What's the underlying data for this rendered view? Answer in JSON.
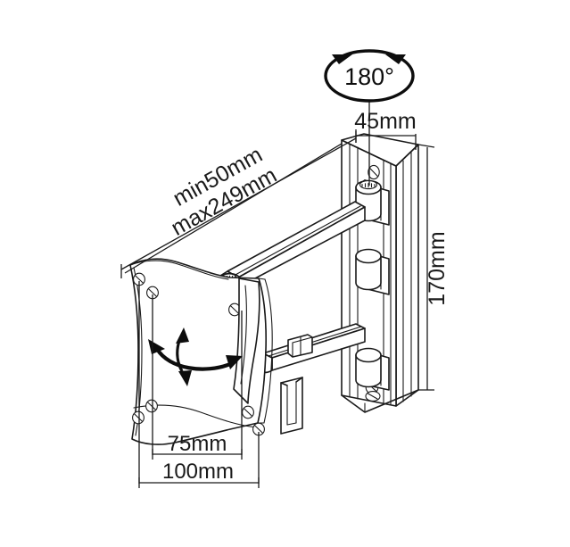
{
  "drawing": {
    "title": "TV wall mount articulating bracket technical drawing",
    "background_color": "#ffffff",
    "line_color": "#1a1a1a",
    "labels": {
      "rotation": "180°",
      "depth": "45mm",
      "extension_min": "min50mm",
      "extension_max": "max249mm",
      "height": "170mm",
      "vesa_width_small": "75mm",
      "vesa_width_large": "100mm"
    },
    "annotations": [
      {
        "id": "rotation-callout",
        "text": "180°",
        "kind": "ellipse-callout",
        "describes": "wall-plate swivel range"
      },
      {
        "id": "depth-dim",
        "text": "45mm",
        "kind": "linear-dimension",
        "describes": "wall plate depth"
      },
      {
        "id": "extension-dim-min",
        "text": "min50mm",
        "kind": "linear-dimension",
        "describes": "minimum arm extension from wall"
      },
      {
        "id": "extension-dim-max",
        "text": "max249mm",
        "kind": "linear-dimension",
        "describes": "maximum arm extension from wall"
      },
      {
        "id": "height-dim",
        "text": "170mm",
        "kind": "linear-dimension",
        "describes": "wall plate height"
      },
      {
        "id": "vesa-dim-75",
        "text": "75mm",
        "kind": "linear-dimension",
        "describes": "VESA vertical hole pattern"
      },
      {
        "id": "vesa-dim-100",
        "text": "100mm",
        "kind": "linear-dimension",
        "describes": "VESA horizontal hole pattern"
      },
      {
        "id": "swivel-arrow",
        "text": "",
        "kind": "double-arrow-horizontal",
        "describes": "screen swivel motion"
      },
      {
        "id": "tilt-arrow",
        "text": "",
        "kind": "double-arrow-vertical",
        "describes": "screen tilt motion"
      }
    ],
    "parts": [
      {
        "id": "vesa-plate",
        "name": "VESA mounting plate"
      },
      {
        "id": "upper-arm",
        "name": "upper articulating arm"
      },
      {
        "id": "lower-arm",
        "name": "lower articulating arm"
      },
      {
        "id": "wall-plate",
        "name": "wall mounting plate"
      },
      {
        "id": "pivot-top",
        "name": "top pivot cylinder"
      },
      {
        "id": "pivot-middle",
        "name": "middle pivot cylinder"
      },
      {
        "id": "pivot-bottom",
        "name": "bottom pivot cylinder"
      },
      {
        "id": "cable-clip",
        "name": "cable management clip"
      },
      {
        "id": "safety-hook",
        "name": "safety hook bracket"
      }
    ]
  }
}
